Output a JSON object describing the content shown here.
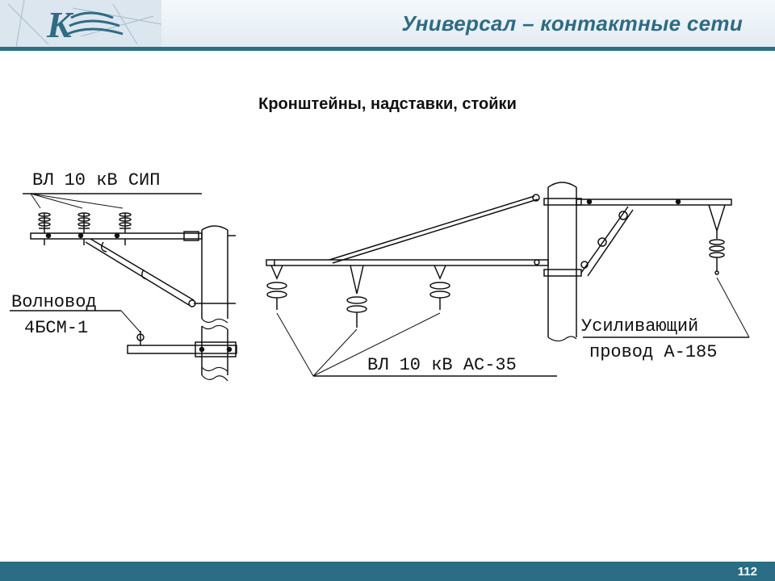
{
  "header": {
    "title": "Универсал – контактные сети",
    "logo_icon": "company-k-logo-icon",
    "accent_color": "#2d6f87"
  },
  "slide": {
    "title": "Кронштейны, надставки, стойки"
  },
  "diagram": {
    "left_top_label": "ВЛ 10 кВ СИП",
    "left_wave_label_1": "Волновод",
    "left_wave_label_2": "4БСМ-1",
    "center_label": "ВЛ 10 кВ АС-35",
    "right_label_1": "Усиливающий",
    "right_label_2": "провод А-185"
  },
  "footer": {
    "page_number": "112",
    "color": "#2a6d84"
  }
}
